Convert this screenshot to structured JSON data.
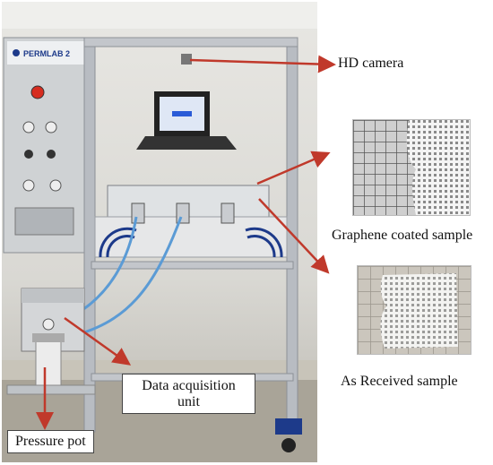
{
  "equipment_logo": "PERMLAB 2",
  "labels": {
    "camera": "HD camera",
    "graphene": "Graphene coated sample",
    "as_received": "As Received sample",
    "daq": "Data acquisition\nunit",
    "pot": "Pressure pot"
  },
  "colors": {
    "arrow": "#c0392b",
    "frame": "#b8bcc2",
    "cabinet": "#cfd2d4",
    "navy": "#1d3a8a"
  }
}
